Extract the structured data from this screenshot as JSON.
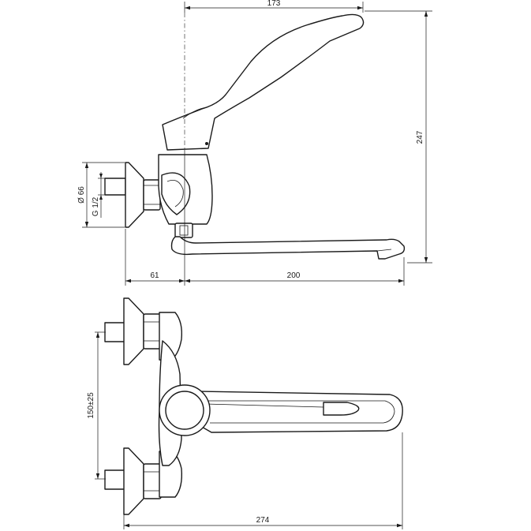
{
  "dimensions": {
    "spout_height_reach": "173",
    "total_height": "247",
    "rosette_diameter": "Ø 66",
    "thread": "G 1/2",
    "wall_offset": "61",
    "spout_reach": "200",
    "inlet_spacing": "150±25",
    "overall_length": "274"
  }
}
